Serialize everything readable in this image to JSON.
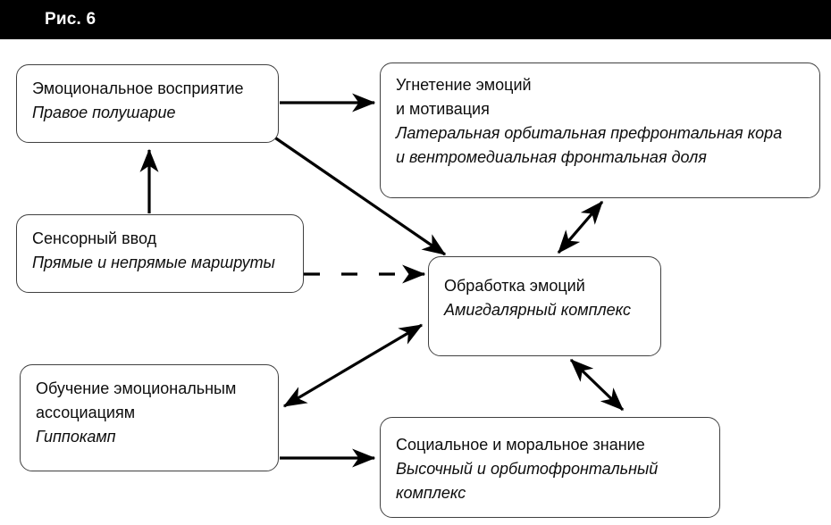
{
  "header": {
    "title": "Рис. 6"
  },
  "colors": {
    "header_bg": "#000000",
    "header_text": "#ffffff",
    "background": "#ffffff",
    "box_fill": "#ffffff",
    "box_border": "#404040",
    "text": "#0d0d0d",
    "arrow": "#000000"
  },
  "nodes": {
    "emotional_perception": {
      "title": "Эмоциональное восприятие",
      "subtitle": "Правое полушарие"
    },
    "emotion_suppression": {
      "title": "Угнетение эмоций\nи мотивация",
      "subtitle": "Латеральная орбитальная префронтальная кора\nи вентромедиальная фронтальная доля"
    },
    "sensory_input": {
      "title": "Сенсорный ввод",
      "subtitle": "Прямые и непрямые маршруты"
    },
    "emotion_processing": {
      "title": "Обработка эмоций",
      "subtitle": "Амигдалярный комплекс"
    },
    "emotional_learning": {
      "title": "Обучение эмоциональным\nассоциациям",
      "subtitle": "Гиппокамп"
    },
    "social_moral_knowledge": {
      "title": "Социальное и моральное знание",
      "subtitle": "Высочный и орбитофронтальный\nкомплекс"
    }
  },
  "edges": [
    {
      "from": "sensory_input",
      "to": "emotional_perception",
      "style": "solid",
      "bidirectional": false
    },
    {
      "from": "emotional_perception",
      "to": "emotion_suppression",
      "style": "solid",
      "bidirectional": false
    },
    {
      "from": "emotional_perception",
      "to": "emotion_processing",
      "style": "solid",
      "bidirectional": false
    },
    {
      "from": "sensory_input",
      "to": "emotion_processing",
      "style": "dashed",
      "bidirectional": false
    },
    {
      "from": "emotion_suppression",
      "to": "emotion_processing",
      "style": "solid",
      "bidirectional": true
    },
    {
      "from": "emotion_processing",
      "to": "emotional_learning",
      "style": "solid",
      "bidirectional": true
    },
    {
      "from": "emotion_processing",
      "to": "social_moral_knowledge",
      "style": "solid",
      "bidirectional": true
    },
    {
      "from": "emotional_learning",
      "to": "social_moral_knowledge",
      "style": "solid",
      "bidirectional": false
    }
  ]
}
